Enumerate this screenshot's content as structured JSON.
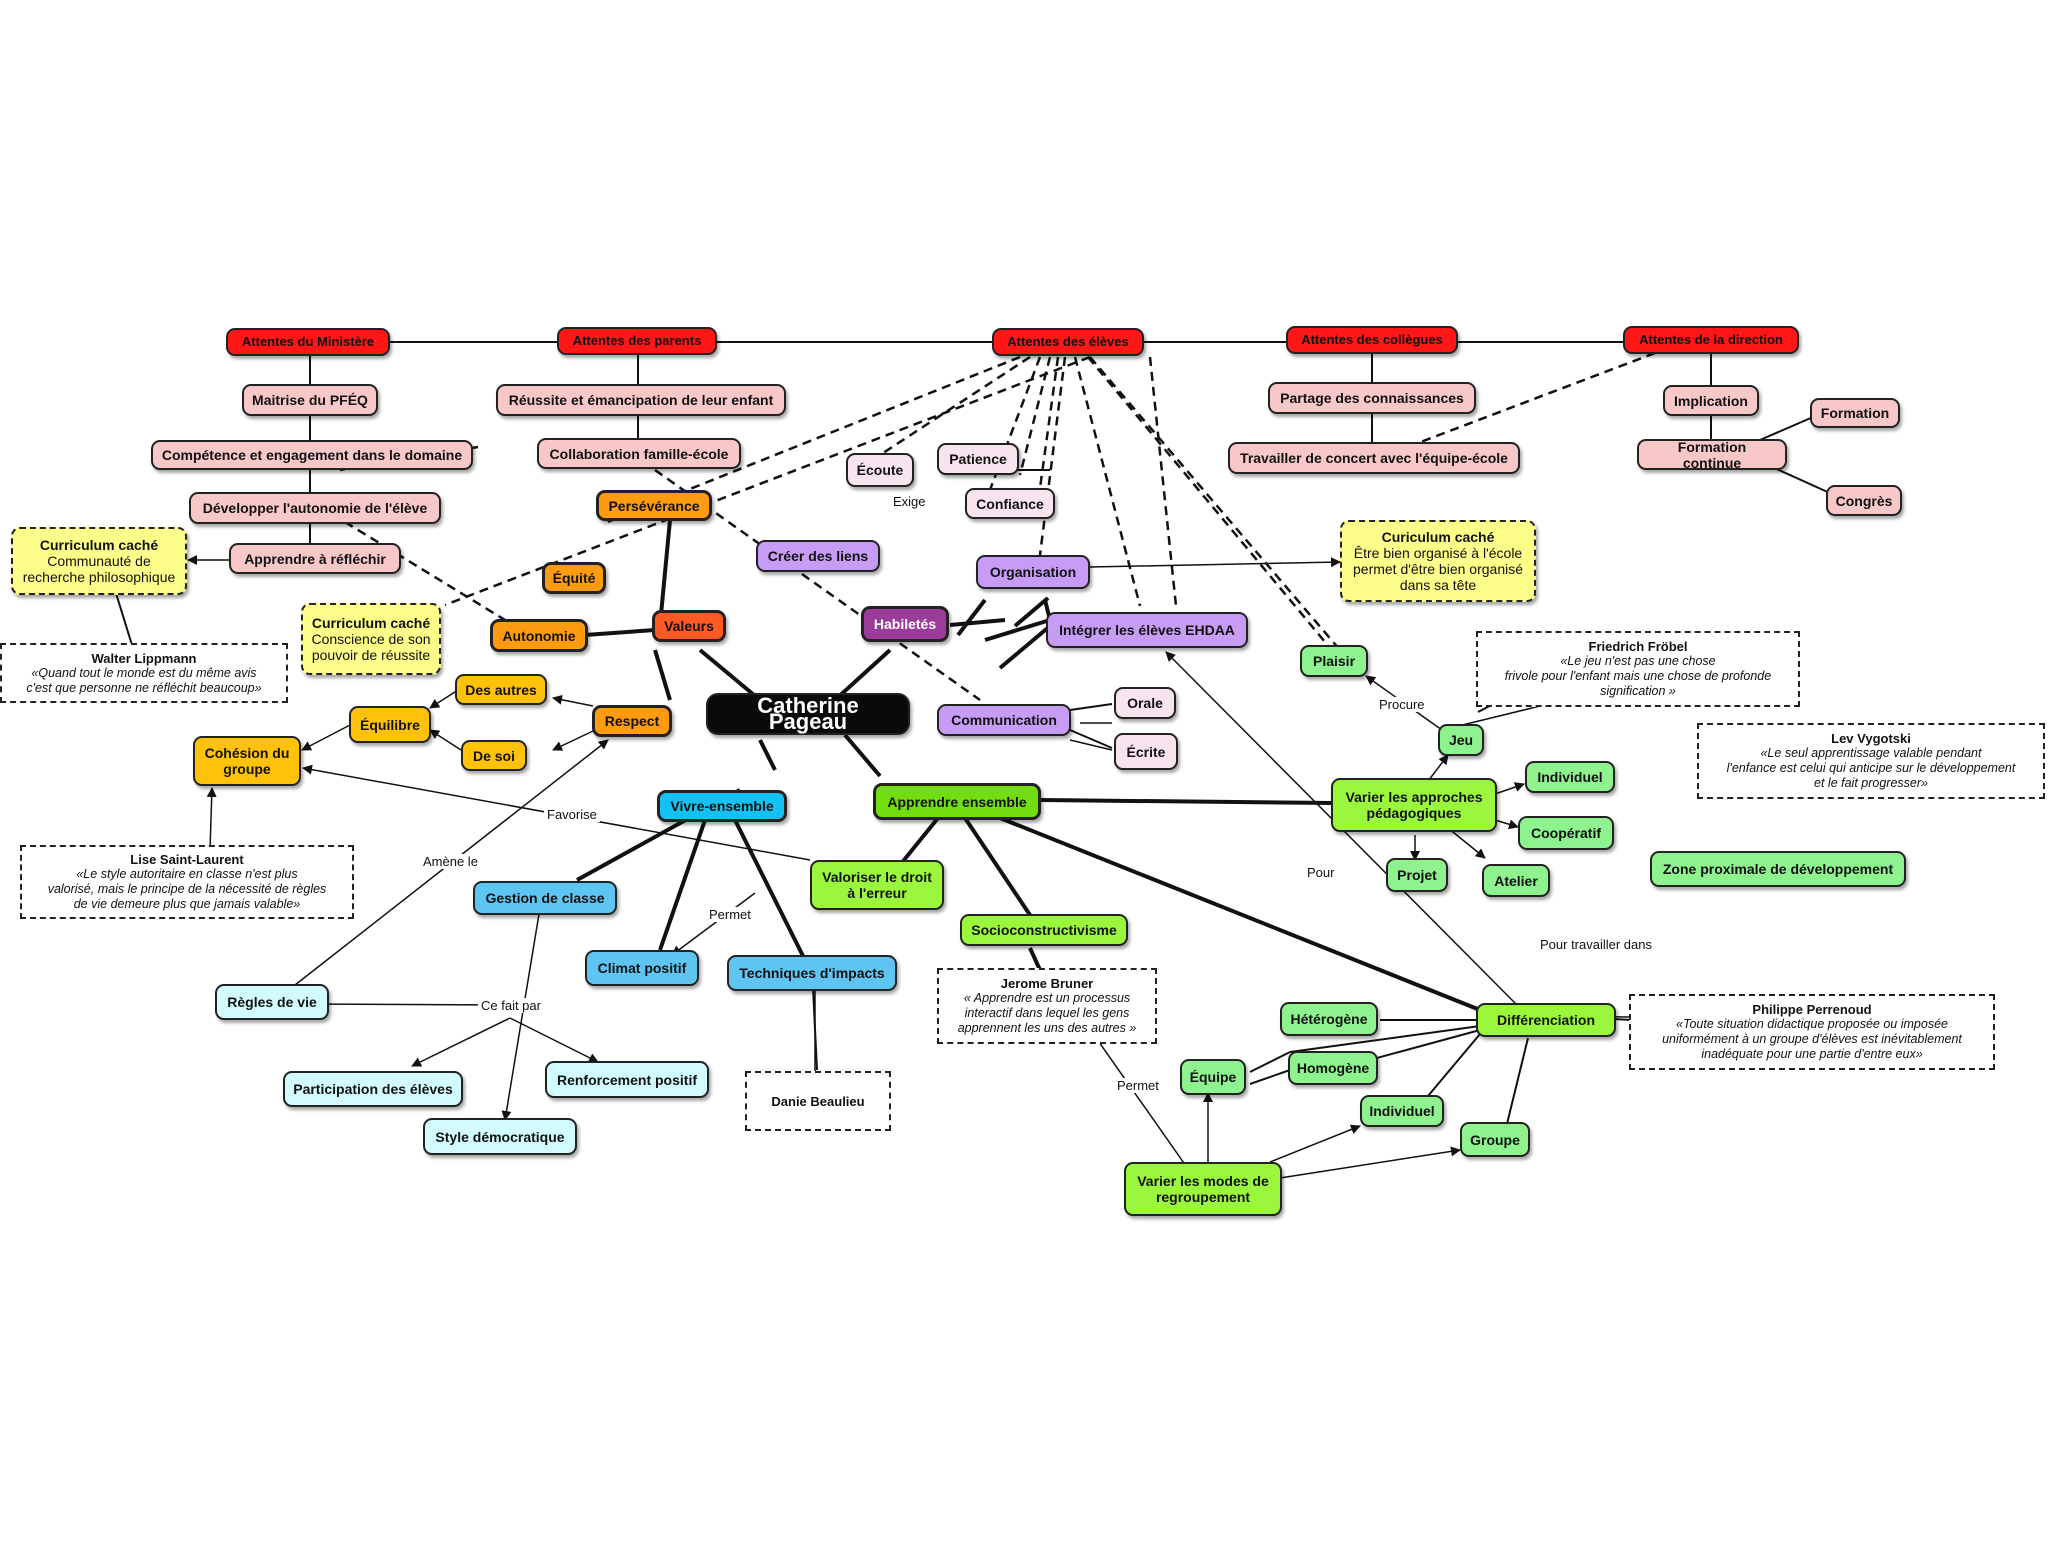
{
  "title": "Catherine Pageau",
  "nodes": {
    "root": "Catherine Pageau",
    "att_ministere": "Attentes du Ministère",
    "att_parents": "Attentes des parents",
    "att_eleves": "Attentes des élèves",
    "att_collegues": "Attentes des collègues",
    "att_direction": "Attentes de la direction",
    "maitrise": "Maitrise du PFÉQ",
    "competence": "Compétence et engagement dans le domaine",
    "autonomie_eleve": "Développer l'autonomie de l'élève",
    "apprendre_reflechir": "Apprendre à réfléchir",
    "reussite": "Réussite et émancipation de leur enfant",
    "collaboration": "Collaboration famille-école",
    "partage": "Partage des connaissances",
    "concert": "Travailler de concert avec l'équipe-école",
    "implication": "Implication",
    "formation_continue": "Formation continue",
    "formation": "Formation",
    "congres": "Congrès",
    "perseverance": "Persévérance",
    "equite": "Équité",
    "autonomie": "Autonomie",
    "valeurs": "Valeurs",
    "respect": "Respect",
    "des_autres": "Des autres",
    "de_soi": "De soi",
    "equilibre": "Équilibre",
    "cohesion": "Cohésion du\ngroupe",
    "ecoute": "Écoute",
    "patience": "Patience",
    "confiance": "Confiance",
    "creer_liens": "Créer des liens",
    "organisation": "Organisation",
    "habiletes": "Habiletés",
    "integrer": "Intégrer les élèves EHDAA",
    "communication": "Communication",
    "orale": "Orale",
    "ecrite": "Écrite",
    "vivre_ensemble": "Vivre-ensemble",
    "gestion_classe": "Gestion de classe",
    "climat": "Climat positif",
    "techniques": "Techniques d'impacts",
    "valoriser": "Valoriser le droit\nà l'erreur",
    "regles": "Règles de vie",
    "participation": "Participation des élèves",
    "renforcement": "Renforcement positif",
    "style": "Style démocratique",
    "apprendre_ensemble": "Apprendre ensemble",
    "socio": "Socioconstructivisme",
    "plaisir": "Plaisir",
    "jeu": "Jeu",
    "varier_approches": "Varier les  approches\npédagogiques",
    "individuel1": "Individuel",
    "cooperatif": "Coopératif",
    "projet": "Projet",
    "atelier": "Atelier",
    "zone": "Zone proximale de développement",
    "differenciation": "Différenciation",
    "heterogene": "Hétérogène",
    "homogene": "Homogène",
    "equipe": "Équipe",
    "individuel2": "Individuel",
    "groupe": "Groupe",
    "varier_modes": "Varier les modes de\nregroupement"
  },
  "hidden_curricula": [
    {
      "title": "Curriculum caché",
      "text": "Communauté de\nrecherche philosophique"
    },
    {
      "title": "Curriculum caché",
      "text": "Conscience de son\npouvoir de réussite"
    },
    {
      "title": "Curiculum caché",
      "text": "Être bien organisé à l'école\npermet d'être bien organisé\ndans sa tête"
    }
  ],
  "quotes": {
    "lippmann": {
      "author": "Walter Lippmann",
      "text": "«Quand tout le monde est du même avis\nc'est que personne ne réfléchit beaucoup»"
    },
    "saint_laurent": {
      "author": "Lise Saint-Laurent",
      "text": "«Le style autoritaire en classe n'est plus\nvalorisé, mais le principe de la nécessité de règles\nde vie demeure plus que jamais valable»"
    },
    "frobel": {
      "author": "Friedrich Fröbel",
      "text": "«Le jeu n'est pas une chose\nfrivole pour l'enfant mais une chose de profonde\nsignification »"
    },
    "vygotski": {
      "author": "Lev Vygotski",
      "text": "«Le seul apprentissage valable pendant\nl'enfance est  celui qui anticipe sur le développement\net le fait progresser»"
    },
    "bruner": {
      "author": "Jerome Bruner",
      "text": "« Apprendre est un processus\ninteractif dans lequel les gens\napprennent les uns des autres »"
    },
    "perrenoud": {
      "author": "Philippe Perrenoud",
      "text": "«Toute situation didactique proposée ou imposée\nuniformément à un groupe d'élèves est inévitablement\ninadéquate pour une partie d'entre eux»"
    },
    "beaulieu": {
      "author": "Danie Beaulieu",
      "text": ""
    }
  },
  "edge_labels": {
    "exige": "Exige",
    "favorise": "Favorise",
    "amene": "Amène le",
    "permet1": "Permet",
    "fait_par": "Ce fait par",
    "procure": "Procure",
    "pour": "Pour",
    "pour_travailler": "Pour travailler dans",
    "permet2": "Permet"
  },
  "colors": {
    "expectations": "#ff1616",
    "expectation_items": "#f8c8c8",
    "values": "#ff9b10",
    "skills": "#c79cf5",
    "living_together": "#13c2f4",
    "learning_together": "#72dd10",
    "hidden_curriculum": "#fdfd8a"
  }
}
